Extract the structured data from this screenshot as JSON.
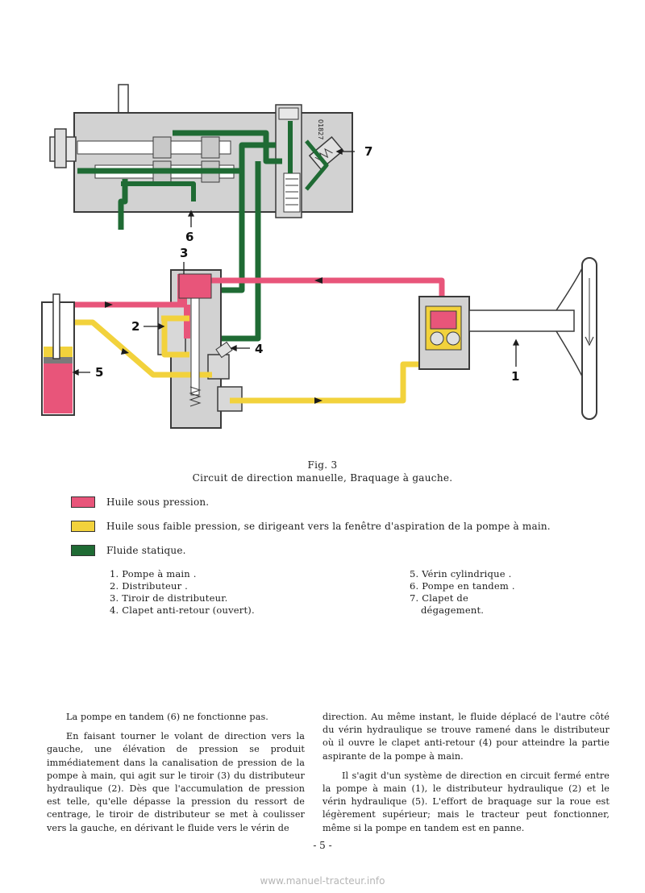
{
  "figure": {
    "fig_label": "Fig. 3",
    "caption": "Circuit de direction manuelle, Braquage à gauche.",
    "code": "01827",
    "callouts": {
      "c1": "1",
      "c2": "2",
      "c3": "3",
      "c4": "4",
      "c5": "5",
      "c6": "6",
      "c7": "7"
    },
    "colors": {
      "pressure": "#e8557a",
      "low_pressure": "#f2d23c",
      "static": "#1f6b34",
      "housing": "#d2d2d2",
      "outline": "#3a3a3a"
    }
  },
  "legend": [
    {
      "text": "Huile sous pression.",
      "color": "#e8557a"
    },
    {
      "text": "Huile sous faible pression, se dirigeant vers la fenêtre d'aspiration de la pompe à main.",
      "color": "#f2d23c"
    },
    {
      "text": "Fluide statique.",
      "color": "#1f6b34"
    }
  ],
  "parts_left": [
    "1. Pompe à main .",
    "2. Distributeur .",
    "3. Tiroir de distributeur.",
    "4. Clapet anti-retour (ouvert)."
  ],
  "parts_right": [
    "5. Vérin cylindrique .",
    "6. Pompe en tandem .",
    "7. Clapet de",
    "dégagement."
  ],
  "text": {
    "left_p1": "La pompe en tandem (6) ne fonctionne pas.",
    "left_p2": "En faisant tourner le volant de direction vers la gauche, une élévation de pression se produit immédiatement dans la canalisation de pression de la pompe à main, qui agit sur le tiroir (3) du distributeur hydraulique (2). Dès que l'accumulation de pression est telle, qu'elle dépasse la pression du ressort de centrage, le tiroir de distributeur se met à coulisser vers la gauche, en dérivant le fluide vers le vérin de",
    "right_p1": "direction. Au même instant, le fluide déplacé de l'autre côté du vérin hydraulique se trouve ramené dans le distributeur où il ouvre le clapet anti-retour (4) pour atteindre la partie aspirante de la pompe à main.",
    "right_p2": "Il s'agit d'un système de direction en circuit fermé entre la pompe à main (1), le distributeur hydraulique (2) et le vérin hydraulique (5). L'effort de braquage sur la roue est légèrement supérieur; mais le tracteur peut fonctionner, même si la pompe en tandem est en panne."
  },
  "page_number": "- 5 -",
  "watermark": "www.manuel-tracteur.info"
}
